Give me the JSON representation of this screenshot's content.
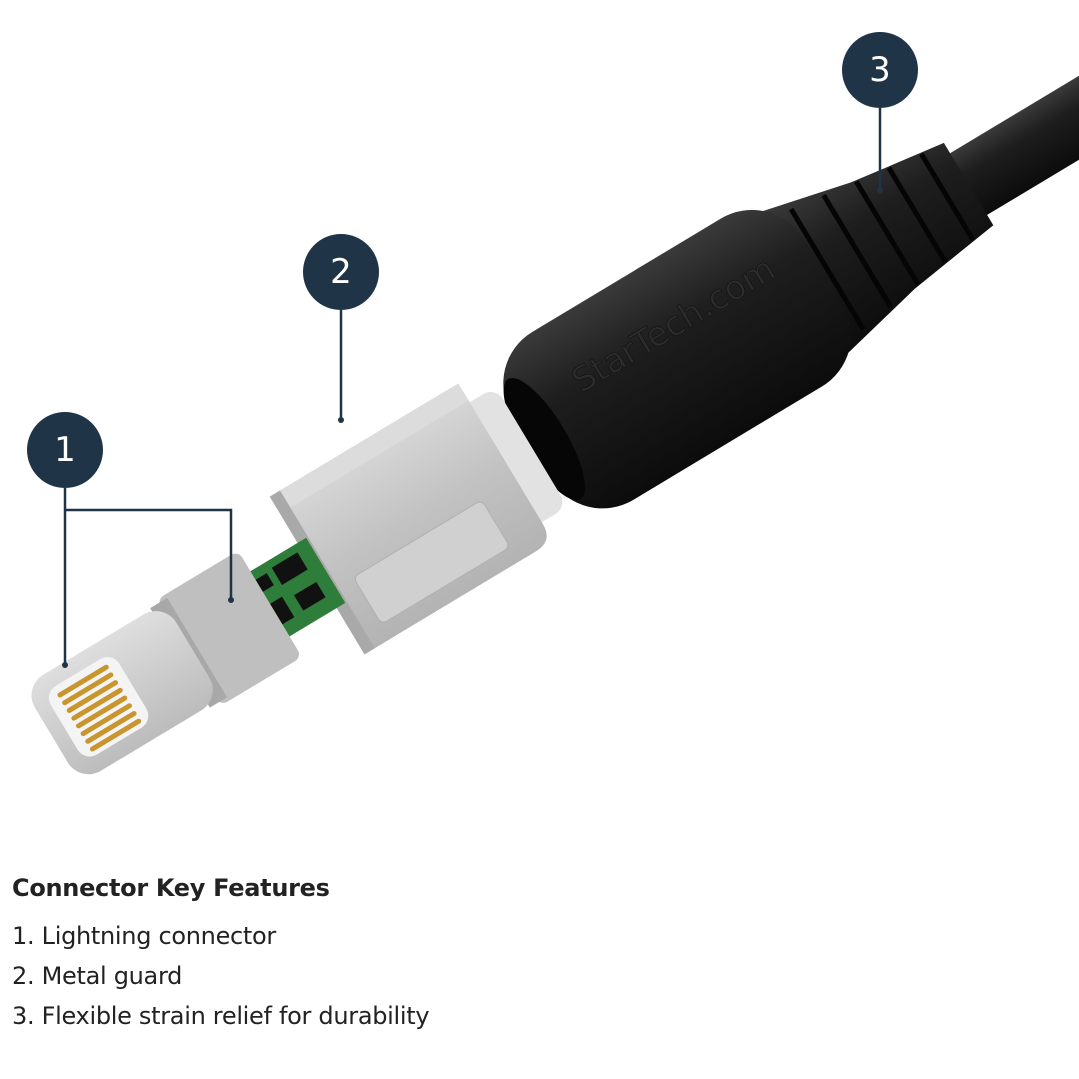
{
  "diagram": {
    "brand_logo": "StarTech.com",
    "badges": [
      {
        "number": "1"
      },
      {
        "number": "2"
      },
      {
        "number": "3"
      }
    ],
    "colors": {
      "badge": "#1f3447",
      "cable": "#1b1b1b",
      "guard": "#c6c6c6",
      "pcb": "#2f7d3b",
      "pins": "#c8952e"
    }
  },
  "features": {
    "title": "Connector Key Features",
    "items": [
      "1. Lightning connector",
      "2. Metal guard",
      "3. Flexible strain relief for durability"
    ]
  }
}
